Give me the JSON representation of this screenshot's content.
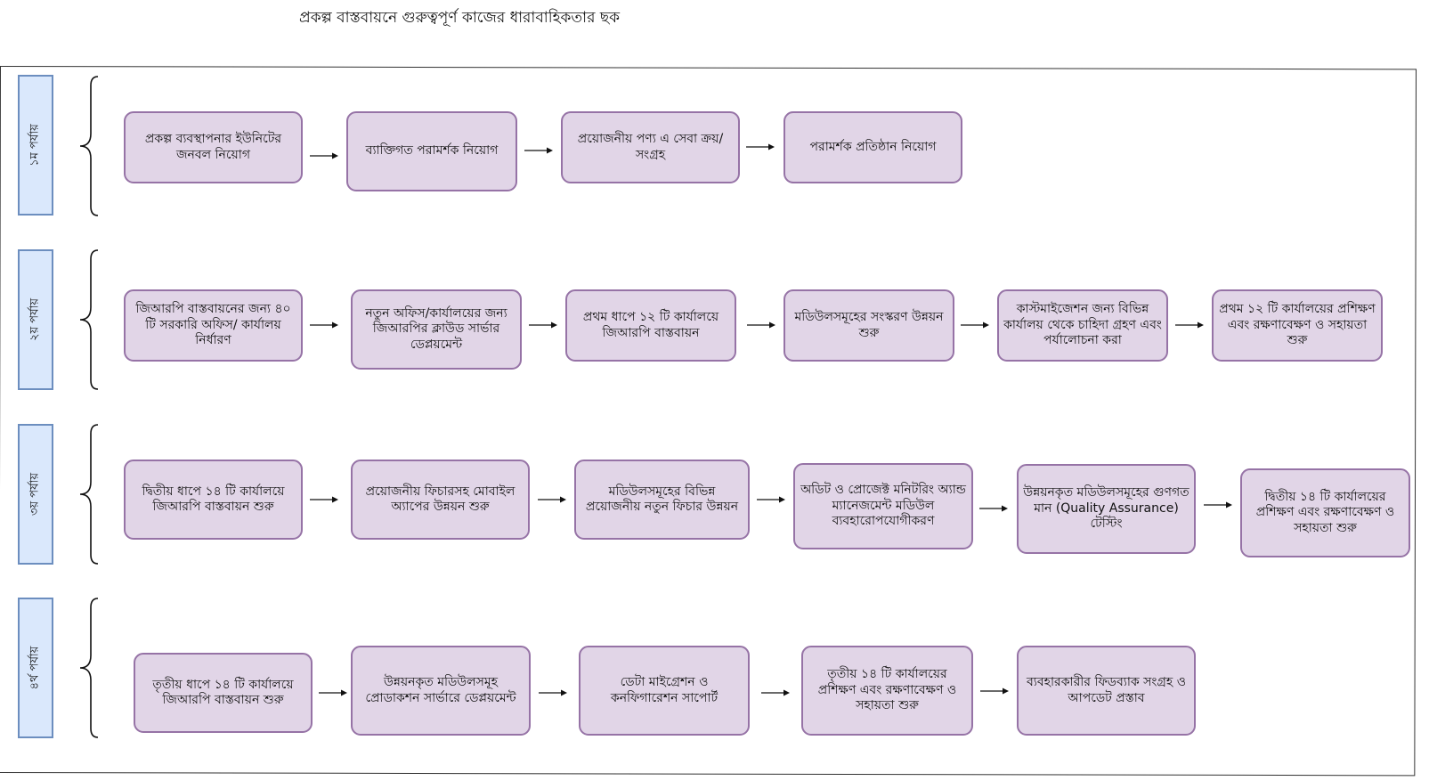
{
  "title": "প্রকল্প বাস্তবায়নে গুরুত্বপূর্ণ কাজের ধারাবাহিকতার ছক",
  "phases": [
    {
      "label": "১ম পর্যায়",
      "steps": [
        "প্রকল্প ব্যবস্থাপনার ইউনিটের জনবল নিয়োগ",
        "ব্যাক্তিগত পরামর্শক নিয়োগ",
        "প্রয়োজনীয় পণ্য এ সেবা ক্রয়/ সংগ্রহ",
        "পরামর্শক প্রতিষ্ঠান নিয়োগ"
      ]
    },
    {
      "label": "২য় পর্যায়",
      "steps": [
        "জিআরপি বাস্তবায়নের  জন্য ৪০ টি সরকারি অফিস/ কার্যালয় নির্ধারণ",
        "নতুন অফিস/কার্যালয়ের জন্য জিআরপির ক্লাউড সার্ভার ডেপ্লয়মেন্ট",
        "প্রথম ধাপে ১২ টি কার্যালয়ে জিআরপি বাস্তবায়ন",
        "মডিউলসমূহের সংস্করণ উন্নয়ন শুরু",
        "কাস্টমাইজেশন জন্য বিভিন্ন কার্যালয় থেকে চাহিদা গ্রহণ এবং পর্যালোচনা করা",
        "প্রথম ১২ টি কার্যালয়ের প্রশিক্ষণ এবং রক্ষণাবেক্ষণ ও সহায়তা শুরু"
      ]
    },
    {
      "label": "৩য় পর্যায়",
      "steps": [
        "দ্বিতীয় ধাপে ১৪ টি কার্যালয়ে জিআরপি বাস্তবায়ন শুরু",
        "প্রয়োজনীয় ফিচারসহ মোবাইল অ্যাপের উন্নয়ন শুরু",
        "মডিউলসমূহের বিভিন্ন প্রয়োজনীয় নতুন ফিচার উন্নয়ন",
        "অডিট ও প্রোজেক্ট মনিটরিং অ্যান্ড ম্যানেজমেন্ট মডিউল ব্যবহারোপযোগীকরণ",
        "উন্নয়নকৃত মডিউলসমূহের গুণগত মান (Quality Assurance) টেস্টিং",
        "দ্বিতীয় ১৪ টি কার্যালয়ের প্রশিক্ষণ এবং রক্ষণাবেক্ষণ ও সহায়তা শুরু"
      ]
    },
    {
      "label": "৪র্থ পর্যায়",
      "steps": [
        "তৃতীয় ধাপে ১৪ টি কার্যালয়ে জিআরপি বাস্তবায়ন শুরু",
        "উন্নয়নকৃত মডিউলসমূহ প্রোডাকশন সার্ভারে ডেপ্লয়মেন্ট",
        "ডেটা মাইগ্রেশন ও কনফিগারেশন সাপোর্ট",
        "তৃতীয় ১৪ টি কার্যালয়ের প্রশিক্ষণ এবং রক্ষণাবেক্ষণ ও সহায়তা শুরু",
        "ব্যবহারকারীর ফিডব্যাক সংগ্রহ ও আপডেট প্রস্তাব"
      ]
    }
  ]
}
